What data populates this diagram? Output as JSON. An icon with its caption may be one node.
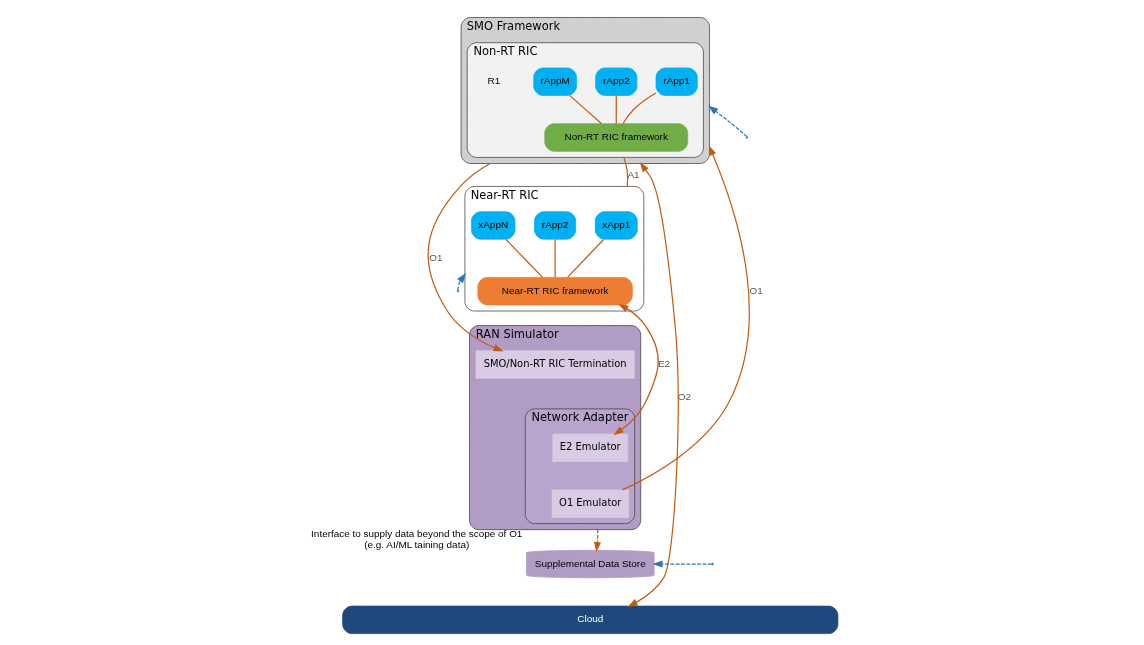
{
  "diagram": {
    "nodes": [
      {
        "text": [
          "SMO Framework"
        ]
      },
      {
        "text": [
          "Non-RT RIC"
        ],
        "in": 0
      },
      {
        "text": [
          "rApp1"
        ],
        "in": 1
      },
      {
        "text": [
          "rApp2"
        ],
        "in": 1
      },
      {
        "text": [
          "rAppM"
        ],
        "in": 1
      },
      {
        "text": [
          "Non-RT RIC framework"
        ],
        "in": 1
      },
      {
        "text": [
          "Near-RT RIC"
        ]
      },
      {
        "text": [
          "xApp1"
        ],
        "in": 6
      },
      {
        "text": [
          "rApp2"
        ],
        "in": 6
      },
      {
        "text": [
          "xAppN"
        ],
        "in": 6
      },
      {
        "text": [
          "Near-RT RIC framework"
        ],
        "in": 6
      },
      {
        "text": [
          "RAN Simulator"
        ]
      },
      {
        "text": [
          "SMO/Non-RT RIC Termination"
        ],
        "in": 11
      },
      {
        "text": [
          "Network Adapter"
        ],
        "in": 11
      },
      {
        "text": [
          "E2 Emulator"
        ],
        "in": 13
      },
      {
        "text": [
          "O1 Emulator"
        ],
        "in": 13
      },
      {
        "text": [
          "Supplemental Data Store"
        ],
        "beside": [
          "Interface to supply data beyond the scope of O1",
          "(e.g. AI/ML taining data)"
        ]
      },
      {
        "text": [
          "Cloud"
        ]
      }
    ],
    "edges": [
      {
        "from": 2,
        "to": 5,
        "arrow": "none"
      },
      {
        "from": 3,
        "to": 5,
        "arrow": "none"
      },
      {
        "from": 4,
        "to": 5,
        "arrow": "none"
      },
      {
        "from": 7,
        "to": 10,
        "arrow": "none"
      },
      {
        "from": 8,
        "to": 10,
        "arrow": "none"
      },
      {
        "from": 9,
        "to": 10,
        "arrow": "none"
      },
      {
        "from": 1,
        "to": 6,
        "arrow": "none",
        "label": "A1"
      },
      {
        "from": 0,
        "to": 12,
        "arrow": "to",
        "label": "O1"
      },
      {
        "from": 10,
        "to": 14,
        "arrow": "both",
        "label": "E2"
      },
      {
        "from": 15,
        "to": 0,
        "arrow": "to",
        "label": "O1"
      },
      {
        "from": 0,
        "to": 17,
        "arrow": "both",
        "label": "O2"
      },
      {
        "from": null,
        "to": 0,
        "arrow": "to",
        "style": "dashed",
        "color": "#2e75b6"
      },
      {
        "from": null,
        "to": 6,
        "arrow": "to",
        "style": "dashed",
        "color": "#2e75b6"
      },
      {
        "from": null,
        "to": 16,
        "arrow": "to",
        "style": "dashed",
        "color": "#2e75b6"
      },
      {
        "from": 11,
        "to": 16,
        "arrow": "to",
        "style": "dashed"
      }
    ],
    "labels": [
      "R1"
    ]
  }
}
